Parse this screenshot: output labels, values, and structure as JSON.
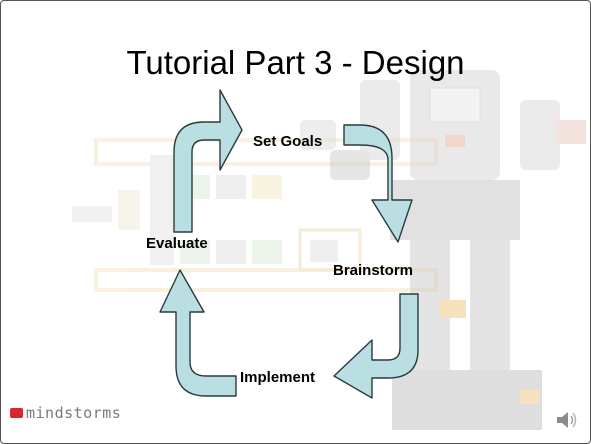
{
  "slide": {
    "title": "Tutorial Part 3 - Design"
  },
  "cycle": {
    "steps": [
      "Set Goals",
      "Brainstorm",
      "Implement",
      "Evaluate"
    ]
  },
  "branding": {
    "logo_text": "mindstorms"
  },
  "colors": {
    "arrow_fill": "#b9dfe3",
    "arrow_stroke": "#2b3a40",
    "background_art": "#e8e8e8"
  },
  "icons": {
    "speaker": "speaker-icon"
  }
}
